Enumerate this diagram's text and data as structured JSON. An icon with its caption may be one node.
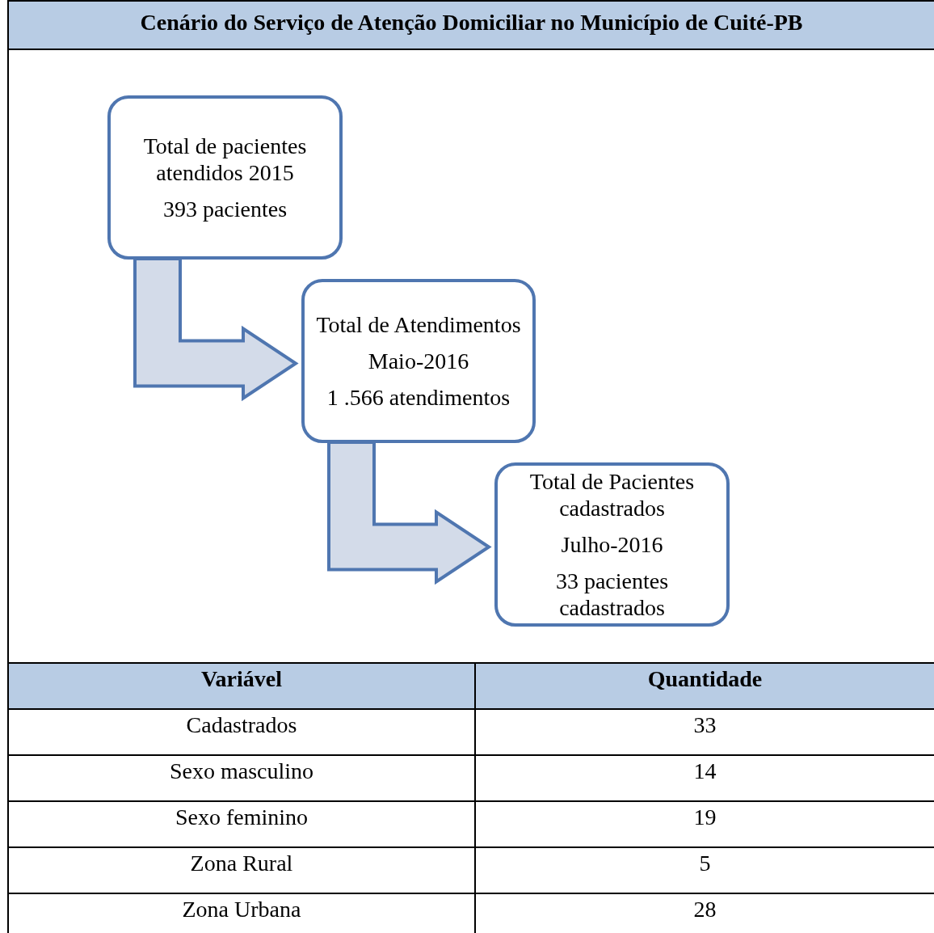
{
  "diagram": {
    "title": "Cenário do Serviço de Atenção Domiciliar no Município de Cuité-PB",
    "nodes": [
      {
        "text": [
          "Total de pacientes atendidos 2015",
          "393 pacientes"
        ]
      },
      {
        "text": [
          "Total de Atendimentos",
          "Maio-2016",
          "1 .566 atendimentos"
        ]
      },
      {
        "text": [
          "Total de Pacientes cadastrados",
          "Julho-2016",
          "33 pacientes cadastrados"
        ]
      }
    ],
    "edges": [
      {
        "from": 0,
        "to": 1,
        "arrow": "to"
      },
      {
        "from": 1,
        "to": 2,
        "arrow": "to"
      }
    ],
    "labels": [
      "Variável",
      "Quantidade",
      "Cadastrados",
      "33",
      "Sexo masculino",
      "14",
      "Sexo feminino",
      "19",
      "Zona Rural",
      "5",
      "Zona Urbana",
      "28"
    ]
  }
}
